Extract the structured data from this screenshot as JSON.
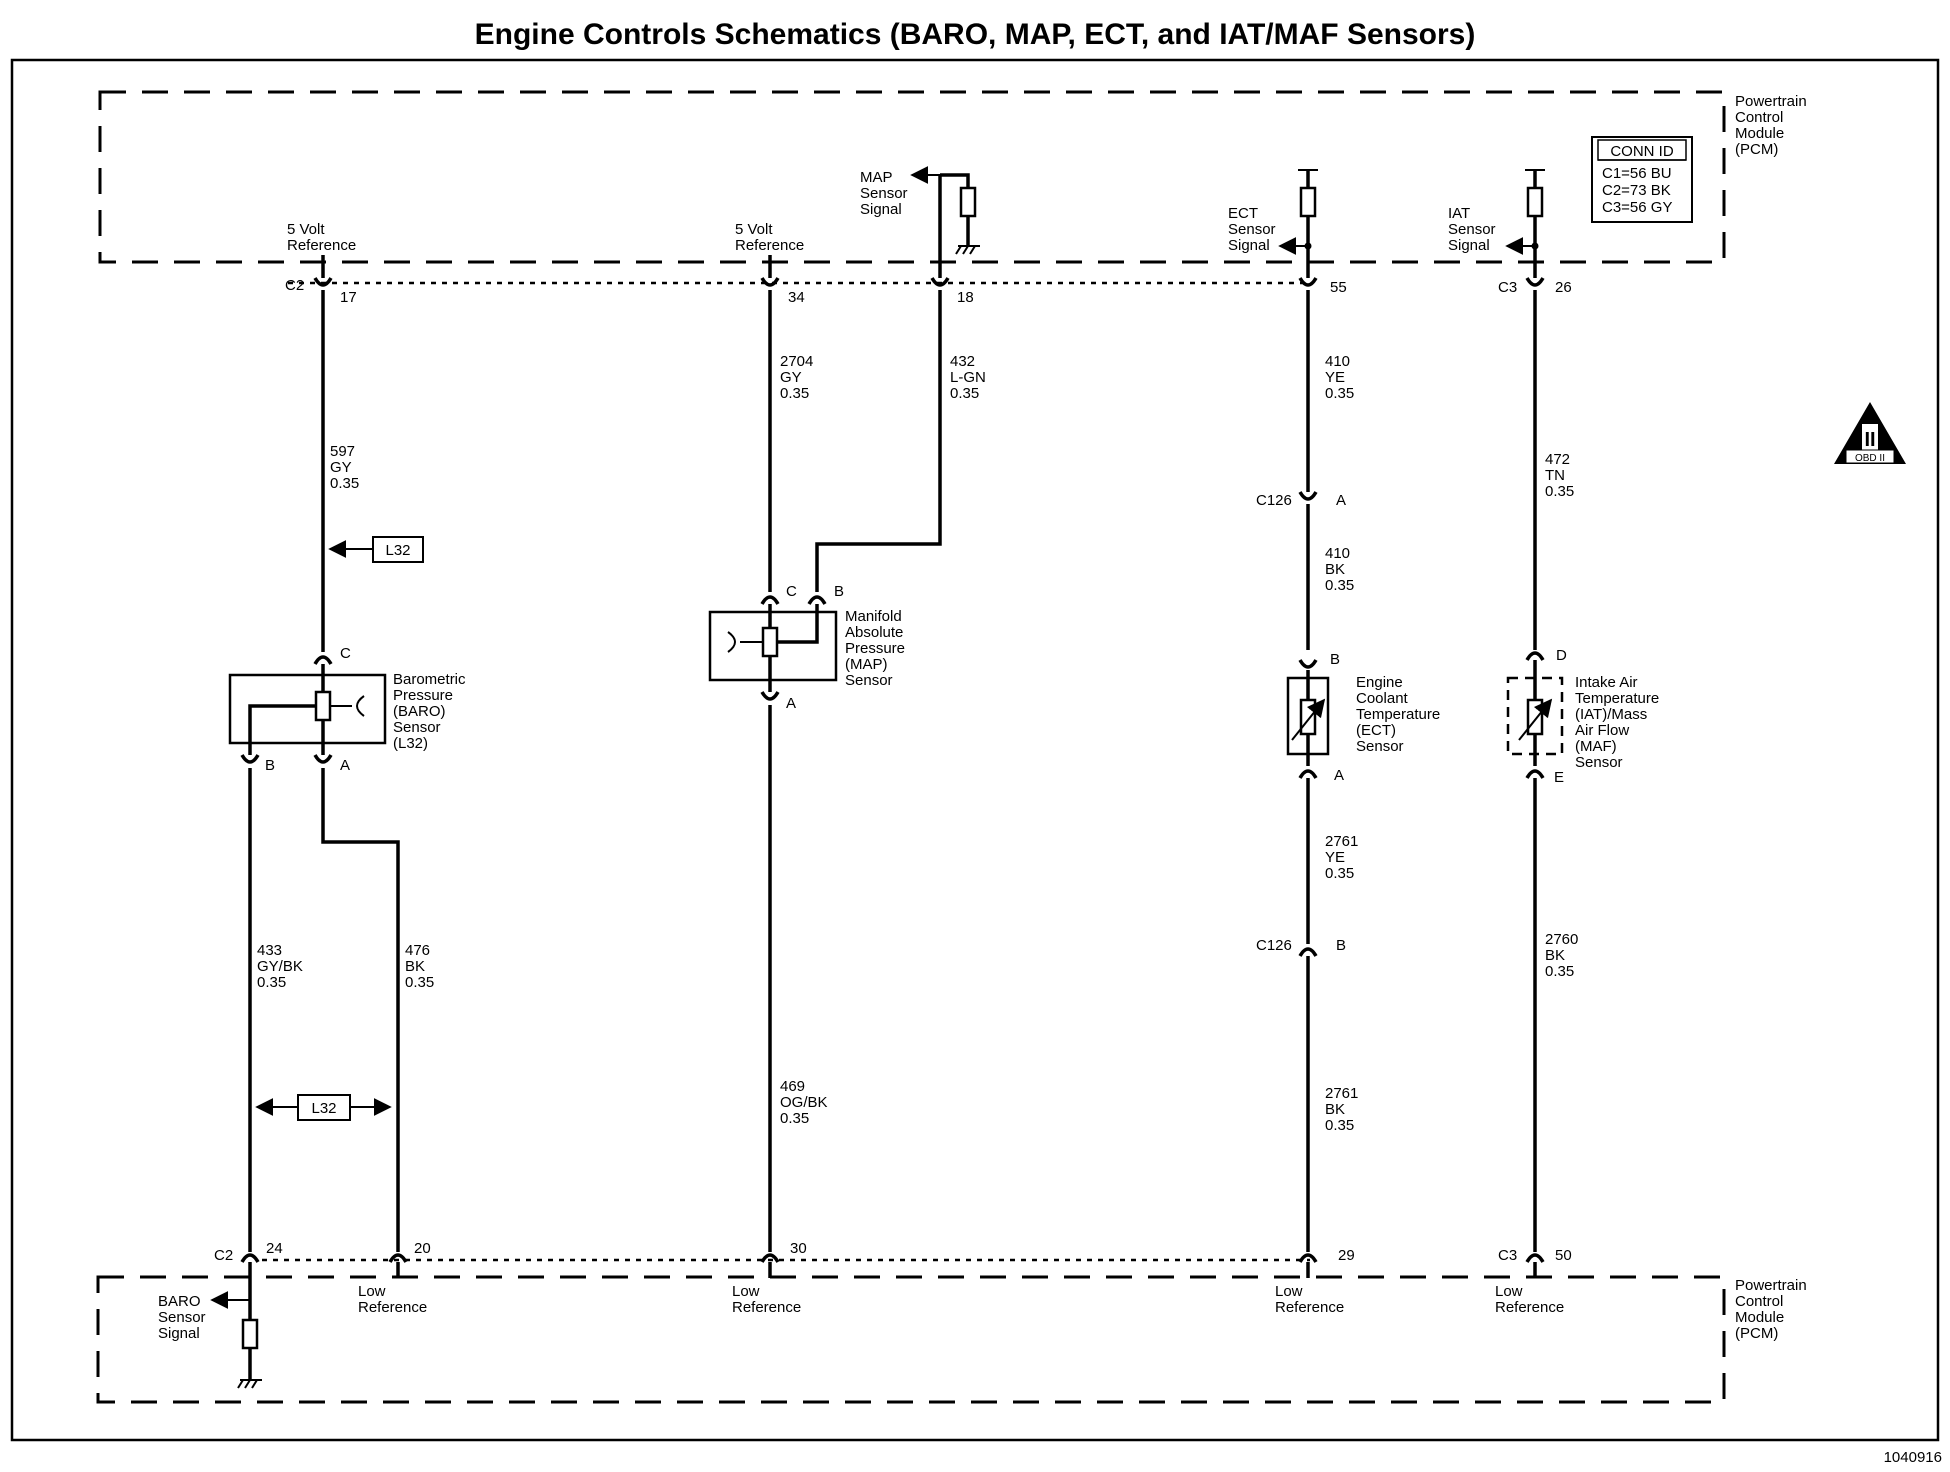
{
  "title": "Engine Controls Schematics (BARO, MAP, ECT, and IAT/MAF Sensors)",
  "figure_id": "1040916",
  "pcm_label": [
    "Powertrain",
    "Control",
    "Module",
    "(PCM)"
  ],
  "conn_id": {
    "header": "CONN ID",
    "rows": [
      "C1=56 BU",
      "C2=73 BK",
      "C3=56 GY"
    ]
  },
  "obd_badge": {
    "numeral": "II",
    "text": "OBD II"
  },
  "top_labels": {
    "ref1": [
      "5 Volt",
      "Reference"
    ],
    "ref2": [
      "5 Volt",
      "Reference"
    ],
    "map_signal": [
      "MAP",
      "Sensor",
      "Signal"
    ],
    "ect_signal": [
      "ECT",
      "Sensor",
      "Signal"
    ],
    "iat_signal": [
      "IAT",
      "Sensor",
      "Signal"
    ]
  },
  "top_pins": {
    "c2": "C2",
    "p17": "17",
    "p34": "34",
    "p18": "18",
    "p55": "55",
    "c3": "C3",
    "p26": "26"
  },
  "bottom_pins": {
    "c2": "C2",
    "p24": "24",
    "p20": "20",
    "p30": "30",
    "p29": "29",
    "c3": "C3",
    "p50": "50"
  },
  "bottom_labels": {
    "baro_signal": [
      "BARO",
      "Sensor",
      "Signal"
    ],
    "low1": [
      "Low",
      "Reference"
    ],
    "low2": [
      "Low",
      "Reference"
    ],
    "low3": [
      "Low",
      "Reference"
    ],
    "low4": [
      "Low",
      "Reference"
    ]
  },
  "wires": {
    "w597": [
      "597",
      "GY",
      "0.35"
    ],
    "w2704": [
      "2704",
      "GY",
      "0.35"
    ],
    "w432": [
      "432",
      "L-GN",
      "0.35"
    ],
    "w410ye": [
      "410",
      "YE",
      "0.35"
    ],
    "w472": [
      "472",
      "TN",
      "0.35"
    ],
    "w410bk": [
      "410",
      "BK",
      "0.35"
    ],
    "w433": [
      "433",
      "GY/BK",
      "0.35"
    ],
    "w476": [
      "476",
      "BK",
      "0.35"
    ],
    "w469": [
      "469",
      "OG/BK",
      "0.35"
    ],
    "w2761ye": [
      "2761",
      "YE",
      "0.35"
    ],
    "w2761bk": [
      "2761",
      "BK",
      "0.35"
    ],
    "w2760": [
      "2760",
      "BK",
      "0.35"
    ]
  },
  "options": {
    "l32_top": "L32",
    "l32_mid": "L32"
  },
  "connectors": {
    "c126a_id": "C126",
    "c126a_pin": "A",
    "c126b_id": "C126",
    "c126b_pin": "B"
  },
  "sensors": {
    "baro": {
      "label": [
        "Barometric",
        "Pressure",
        "(BARO)",
        "Sensor",
        "(L32)"
      ],
      "pin_c": "C",
      "pin_b": "B",
      "pin_a": "A"
    },
    "map": {
      "label": [
        "Manifold",
        "Absolute",
        "Pressure",
        "(MAP)",
        "Sensor"
      ],
      "pin_c": "C",
      "pin_b": "B",
      "pin_a": "A"
    },
    "ect": {
      "label": [
        "Engine",
        "Coolant",
        "Temperature",
        "(ECT)",
        "Sensor"
      ],
      "pin_b": "B",
      "pin_a": "A"
    },
    "iat": {
      "label": [
        "Intake Air",
        "Temperature",
        "(IAT)/Mass",
        "Air Flow",
        "(MAF)",
        "Sensor"
      ],
      "pin_d": "D",
      "pin_e": "E"
    }
  }
}
